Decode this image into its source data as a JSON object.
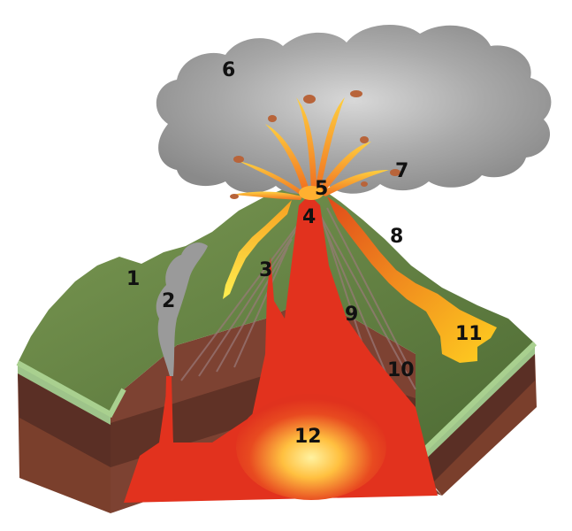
{
  "diagram": {
    "labels": [
      {
        "id": "1",
        "text": "1"
      },
      {
        "id": "2",
        "text": "2"
      },
      {
        "id": "3",
        "text": "3"
      },
      {
        "id": "4",
        "text": "4"
      },
      {
        "id": "5",
        "text": "5"
      },
      {
        "id": "6",
        "text": "6"
      },
      {
        "id": "7",
        "text": "7"
      },
      {
        "id": "8",
        "text": "8"
      },
      {
        "id": "9",
        "text": "9"
      },
      {
        "id": "10",
        "text": "10"
      },
      {
        "id": "11",
        "text": "11"
      },
      {
        "id": "12",
        "text": "12"
      }
    ]
  },
  "colors": {
    "ground": "#5f7f3e",
    "ground_edge": "#8fbf7a",
    "soil_dark": "#5a3026",
    "soil_light": "#8a4a34",
    "magma": "#e0321e",
    "lava": "#f5a623",
    "ash_cloud": "#8e8e8e"
  }
}
